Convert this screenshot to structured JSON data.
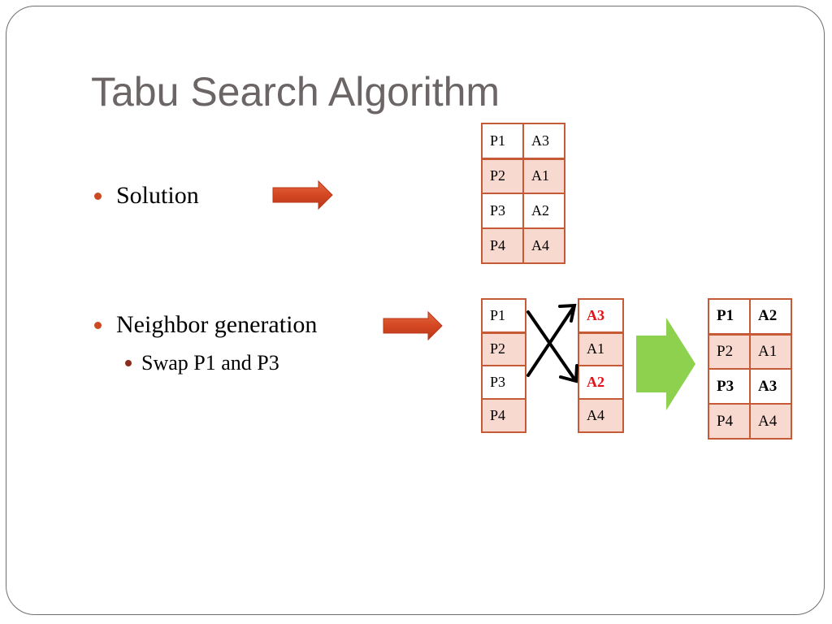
{
  "slide": {
    "title": "Tabu Search Algorithm",
    "bullets": [
      {
        "text": "Solution"
      },
      {
        "text": "Neighbor generation",
        "sub": [
          "Swap P1 and P3"
        ]
      }
    ]
  },
  "tables": {
    "solution": [
      [
        "P1",
        "A3"
      ],
      [
        "P2",
        "A1"
      ],
      [
        "P3",
        "A2"
      ],
      [
        "P4",
        "A4"
      ]
    ],
    "processors": [
      "P1",
      "P2",
      "P3",
      "P4"
    ],
    "assignments": [
      "A3",
      "A1",
      "A2",
      "A4"
    ],
    "neighbor": [
      [
        "P1",
        "A2"
      ],
      [
        "P2",
        "A1"
      ],
      [
        "P3",
        "A3"
      ],
      [
        "P4",
        "A4"
      ]
    ]
  },
  "colors": {
    "title": "#6b6565",
    "bullet": "#cc4a22",
    "arrow_red": "#d44722",
    "arrow_green": "#8ed14f",
    "table_border": "#c65a36",
    "table_alt_fill": "#f8d9d0",
    "highlight_red": "#e0121a"
  },
  "icons": {
    "solution_arrow": "right-arrow-icon",
    "neighbor_arrow": "right-arrow-icon",
    "swap_arrows": "cross-swap-arrows-icon",
    "result_arrow": "big-right-arrow-icon"
  }
}
